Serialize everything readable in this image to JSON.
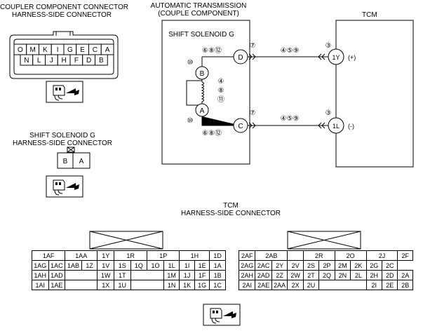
{
  "coupler_connector": {
    "title_line1": "COUPLER COMPONENT CONNECTOR",
    "title_line2": "HARNESS-SIDE CONNECTOR",
    "top_row": [
      "O",
      "M",
      "K",
      "I",
      "G",
      "E",
      "C",
      "A"
    ],
    "bottom_row": [
      "N",
      "L",
      "J",
      "H",
      "F",
      "D",
      "B"
    ]
  },
  "solenoid_connector": {
    "title_line1": "SHIFT SOLENOID G",
    "title_line2": "HARNESS-SIDE CONNECTOR",
    "pins": [
      "B",
      "A"
    ]
  },
  "schematic": {
    "at_title_line1": "AUTOMATIC TRANSMISSION",
    "at_title_line2": "(COUPLE COMPONENT)",
    "component_label": "SHIFT SOLENOID G",
    "tcm_label": "TCM",
    "pin_d": "D",
    "pin_c": "C",
    "pin_b": "B",
    "pin_a": "A",
    "pin_1y": "1Y",
    "pin_1l": "1L",
    "plus": "(+)",
    "minus": "(-)",
    "circ_d": "⑥⑧⑫",
    "circ_c": "⑥⑧⑫",
    "circ_b": "⑩",
    "circ_a": "⑩",
    "circ_coil": [
      "④",
      "⑧",
      "⑪"
    ],
    "circ_top_7": "⑦",
    "circ_top_459": "④⑤⑨",
    "circ_top_3": "③",
    "circ_bot_7": "⑦",
    "circ_bot_459": "④⑤⑨",
    "circ_bot_3": "③"
  },
  "tcm_connector": {
    "title_line1": "TCM",
    "title_line2": "HARNESS-SIDE CONNECTOR",
    "left_rows": [
      [
        "1AF",
        "1AA",
        "1Y",
        "1R",
        "1P",
        "1H",
        "1D"
      ],
      [
        "1AG",
        "1AC",
        "1AB",
        "1Z",
        "1V",
        "1S",
        "1Q",
        "1O",
        "1L",
        "1I",
        "1E",
        "1A"
      ],
      [
        "1AH",
        "1AD",
        "1W",
        "1T",
        "1M",
        "1J",
        "1F",
        "1B"
      ],
      [
        "1AI",
        "1AE",
        "1X",
        "1U",
        "1N",
        "1K",
        "1G",
        "1C"
      ]
    ],
    "right_rows": [
      [
        "2AF",
        "2AB",
        "2R",
        "2O",
        "2J",
        "2F"
      ],
      [
        "2AG",
        "2AC",
        "2Y",
        "2V",
        "2S",
        "2P",
        "2M",
        "2K",
        "2G",
        "2C"
      ],
      [
        "2AH",
        "2AD",
        "2Z",
        "2W",
        "2T",
        "2Q",
        "2N",
        "2L",
        "2H",
        "2D",
        "2A"
      ],
      [
        "2AI",
        "2AE",
        "2AA",
        "2X",
        "2U",
        "2I",
        "2E",
        "2B"
      ]
    ]
  }
}
